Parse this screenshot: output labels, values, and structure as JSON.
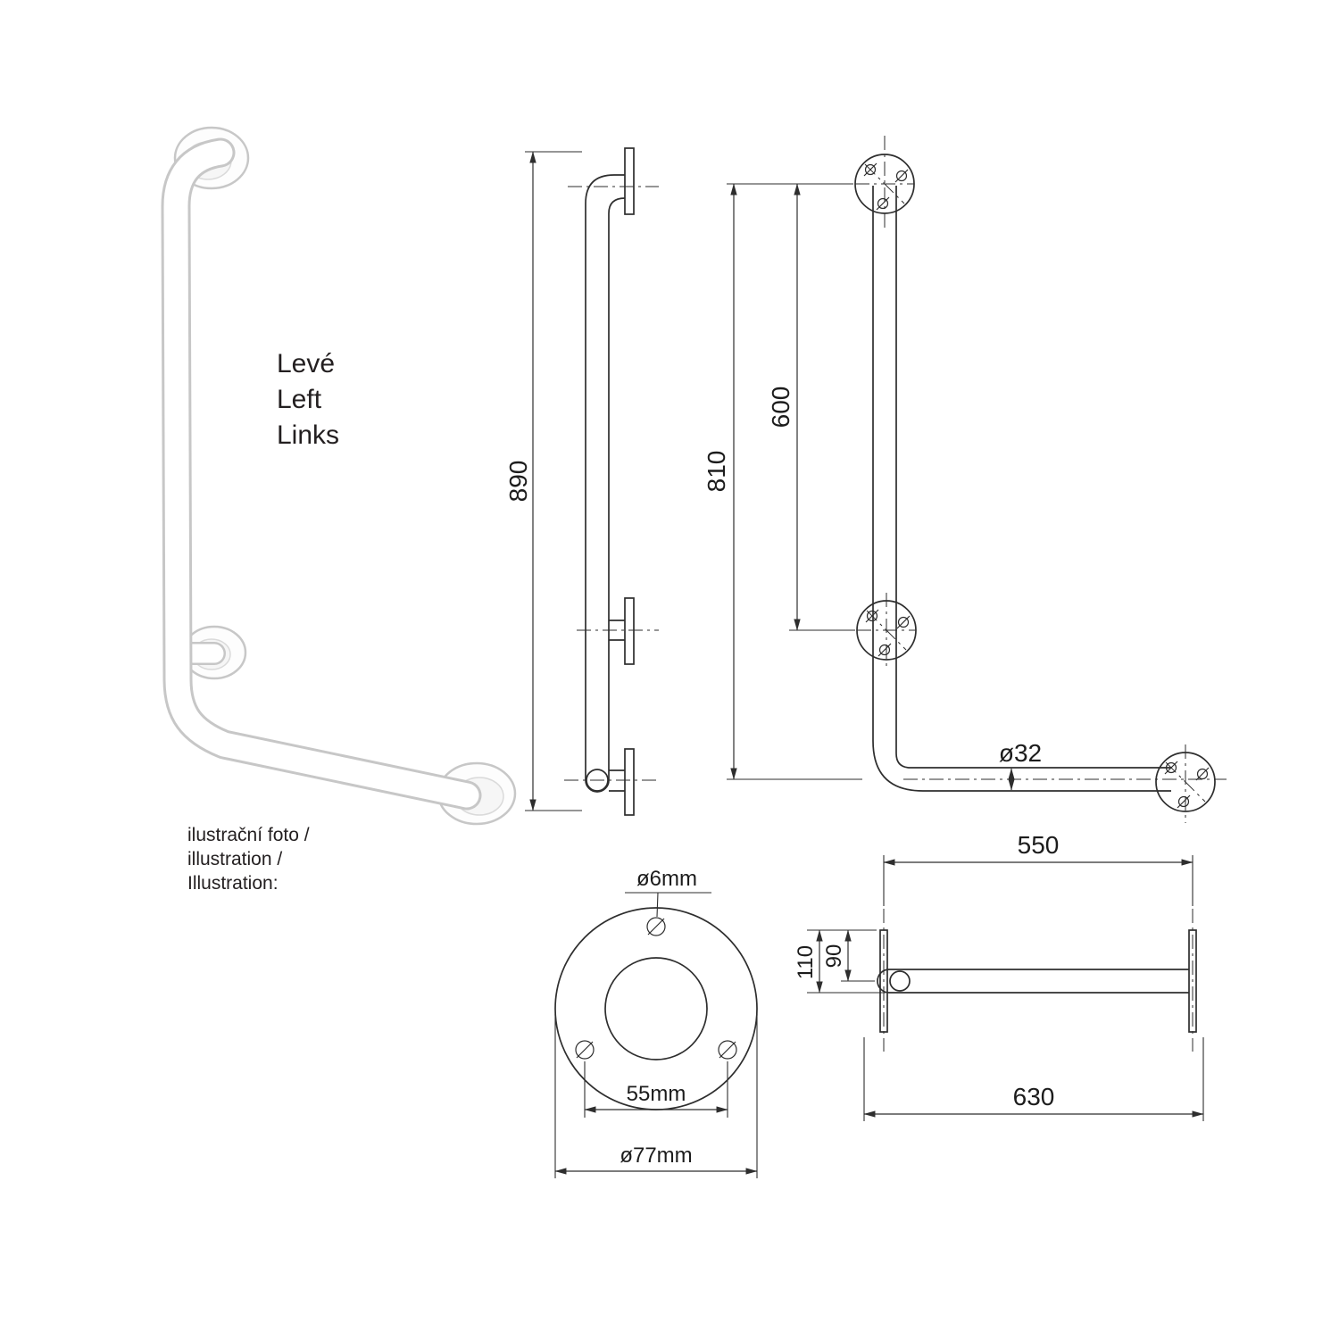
{
  "page": {
    "background": "#ffffff",
    "line_color": "#2e2e2e"
  },
  "illustration": {
    "orientation_labels": [
      "Levé",
      "Left",
      "Links"
    ],
    "caption_lines": [
      "ilustrační foto /",
      "illustration /",
      "Illustration:"
    ]
  },
  "side_view": {
    "height": "890"
  },
  "front_view": {
    "overall_height": "810",
    "flange_spacing": "600",
    "tube_diameter": "ø32"
  },
  "flange_detail": {
    "screw_hole_diameter": "ø6mm",
    "bolt_circle": "55mm",
    "outer_diameter": "ø77mm"
  },
  "top_view": {
    "flange_center_spacing": "550",
    "wall_offset_outer": "110",
    "wall_offset_center": "90",
    "overall_length": "630"
  }
}
